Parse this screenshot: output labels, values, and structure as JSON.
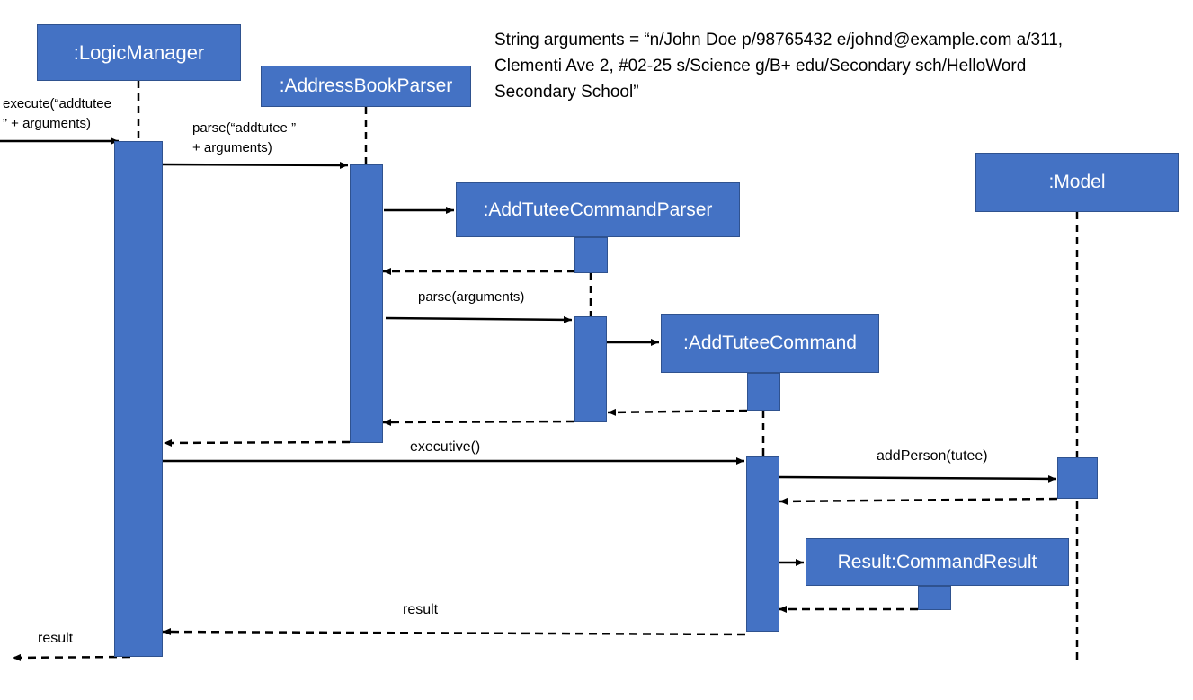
{
  "participants": {
    "logic_manager": ":LogicManager",
    "address_book_parser": ":AddressBookParser",
    "add_tutee_command_parser": ":AddTuteeCommandParser",
    "add_tutee_command": ":AddTuteeCommand",
    "model": ":Model",
    "command_result": "Result:CommandResult"
  },
  "note": {
    "line1": "String arguments = “n/John Doe p/98765432 e/johnd@example.com a/311,",
    "line2": "Clementi Ave 2, #02-25 s/Science g/B+ edu/Secondary sch/HelloWord",
    "line3": "Secondary School”"
  },
  "messages": {
    "execute_line1": "execute(“addtutee",
    "execute_line2": "” + arguments)",
    "parse1_line1": "parse(“addtutee ”",
    "parse1_line2": "+ arguments)",
    "parse2": "parse(arguments)",
    "executive": "executive()",
    "add_person": "addPerson(tutee)",
    "result_return": "result",
    "result_out": "result"
  },
  "colors": {
    "box_fill": "#4472c4",
    "box_border": "#2f528f",
    "text_on_box": "#ffffff"
  }
}
